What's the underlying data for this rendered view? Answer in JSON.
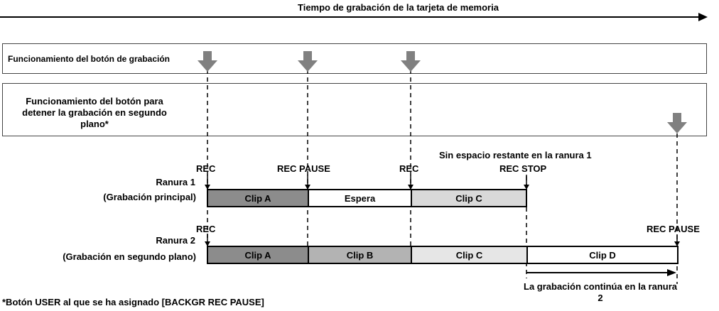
{
  "timeline_title": "Tiempo de grabación de la tarjeta de memoria",
  "rows": {
    "rec_button": "Funcionamiento del botón de grabación",
    "bg_button_line1": "Funcionamiento del botón para",
    "bg_button_line2": "detener la grabación en segundo",
    "bg_button_line3": "plano*"
  },
  "slot1": {
    "name": "Ranura 1",
    "role": "(Grabación principal)",
    "segments": [
      "Clip A",
      "Espera",
      "Clip C"
    ],
    "segment_colors": [
      "#8c8c8c",
      "#ffffff",
      "#d9d9d9"
    ]
  },
  "slot2": {
    "name": "Ranura 2",
    "role": "(Grabación en segundo plano)",
    "segments": [
      "Clip A",
      "Clip B",
      "Clip C",
      "Clip D"
    ],
    "segment_colors": [
      "#8c8c8c",
      "#b3b3b3",
      "#e6e6e6",
      "#ffffff"
    ]
  },
  "events": {
    "rec1": "REC",
    "rec_pause": "REC PAUSE",
    "rec2": "REC",
    "no_space": "Sin espacio restante en la ranura 1",
    "rec_stop": "REC STOP",
    "rec_slot2": "REC",
    "rec_pause_slot2": "REC PAUSE"
  },
  "continuation_line1": "La grabación continúa en la ranura",
  "continuation_line2": "2",
  "footnote": "*Botón USER al que se ha asignado [BACKGR REC PAUSE]",
  "arrow_color": "#808080"
}
